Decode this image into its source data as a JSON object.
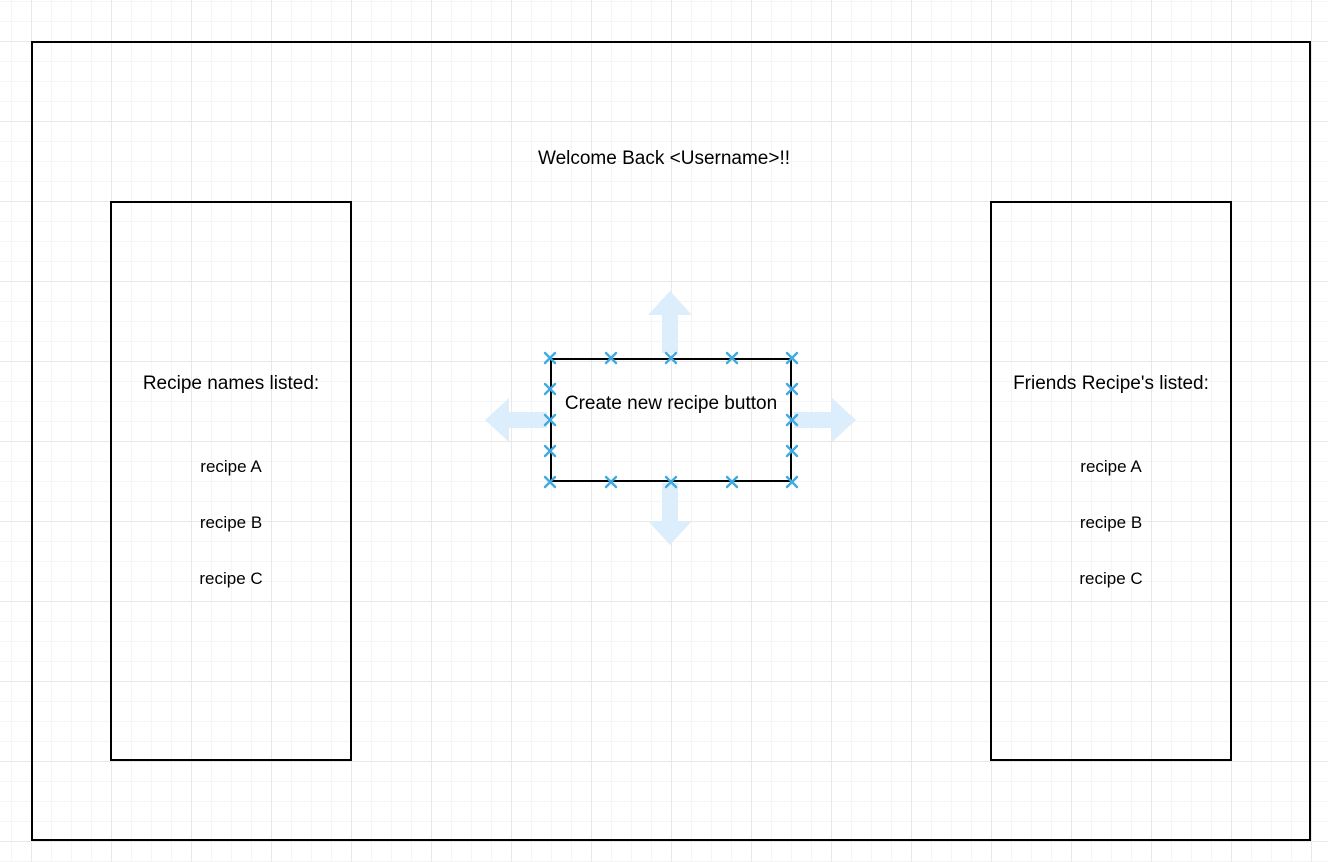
{
  "canvas": {
    "background_color": "#ffffff",
    "grid_minor_color": "#f5f5f5",
    "grid_major_color": "#e8e8e8",
    "grid_minor_spacing": 20,
    "grid_major_spacing": 80
  },
  "theme": {
    "shape_stroke": "#000000",
    "handle_color": "#3eaae0",
    "arrow_fill": "#dceefb",
    "text_color": "#000000"
  },
  "frame": {
    "name": "outer-frame"
  },
  "header": {
    "welcome_text": "Welcome Back <Username>!!"
  },
  "left_panel": {
    "heading": "Recipe names listed:",
    "items": [
      "recipe A",
      "recipe B",
      "recipe C"
    ]
  },
  "right_panel": {
    "heading": "Friends Recipe's listed:",
    "items": [
      "recipe A",
      "recipe B",
      "recipe C"
    ]
  },
  "create_button": {
    "label": "Create new recipe button",
    "selected": true,
    "handle_icon": "x-handle-icon",
    "arrows": {
      "up": "arrow-up-icon",
      "down": "arrow-down-icon",
      "left": "arrow-left-icon",
      "right": "arrow-right-icon"
    }
  }
}
